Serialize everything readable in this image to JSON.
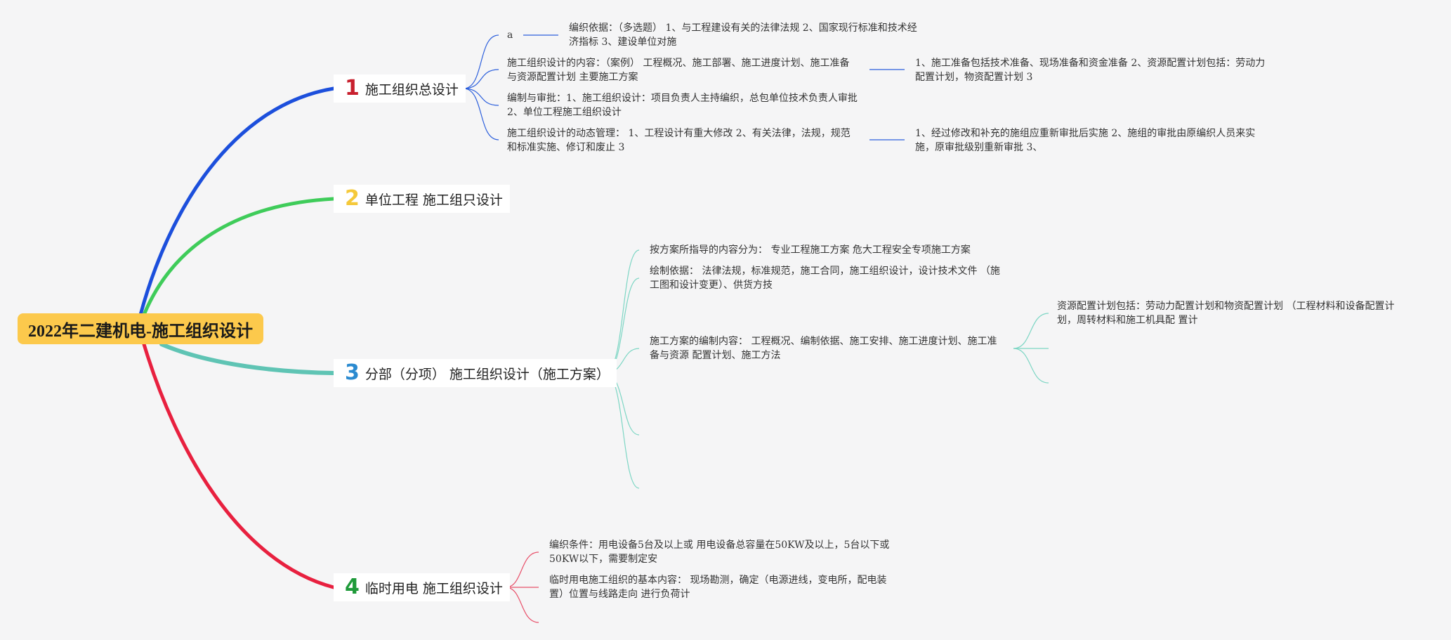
{
  "root": {
    "title": "2022年二建机电-施工组织设计"
  },
  "branches": [
    {
      "num": "1",
      "label": "施工组织总设计",
      "color": "#1c4fdc",
      "children": [
        {
          "text": "a",
          "sub": "编织依据：（多选题） 1、与工程建设有关的法律法规 2、国家现行标准和技术经济指标 3、建设单位对施"
        },
        {
          "text": "施工组织设计的内容：（案例） 工程概况、施工部署、施工进度计划、施工准备与资源配置计划 主要施工方案",
          "sub": "1、施工准备包括技术准备、现场准备和资金准备 2、资源配置计划包括：劳动力配置计划，物资配置计划 3"
        },
        {
          "text": "编制与审批：1、施工组织设计：项目负责人主持编织，总包单位技术负责人审批 2、单位工程施工组织设计"
        },
        {
          "text": "施工组织设计的动态管理： 1、工程设计有重大修改 2、有关法律，法规，规范和标准实施、修订和废止 3",
          "sub": "1、经过修改和补充的施组应重新审批后实施 2、施组的审批由原编织人员来实施，原审批级别重新审批 3、"
        }
      ]
    },
    {
      "num": "2",
      "label": "单位工程 施工组只设计",
      "color": "#3fcc5a",
      "children": []
    },
    {
      "num": "3",
      "label": "分部（分项） 施工组织设计（施工方案）",
      "color": "#5fc4b4",
      "children": [
        {
          "text": "按方案所指导的内容分为： 专业工程施工方案 危大工程安全专项施工方案"
        },
        {
          "text": "绘制依据： 法律法规，标准规范，施工合同，施工组织设计，设计技术文件 （施工图和设计变更）、供货方技"
        },
        {
          "text": "施工方案的编制内容： 工程概况、编制依据、施工安排、施工进度计划、施工准备与资源 配置计划、施工方法",
          "sub": "资源配置计划包括：劳动力配置计划和物资配置计划 （工程材料和设备配置计划，周转材料和施工机具配 置计"
        },
        {
          "text": ""
        },
        {
          "text": ""
        }
      ]
    },
    {
      "num": "4",
      "label": "临时用电 施工组织设计",
      "color": "#e8203f",
      "children": [
        {
          "text": "编织条件：用电设备5台及以上或 用电设备总容量在50KW及以上，5台以下或50KW以下，需要制定安"
        },
        {
          "text": "临时用电施工组织的基本内容： 现场勘测，确定（电源进线，变电所，配电装置）位置与线路走向 进行负荷计"
        },
        {
          "text": ""
        }
      ]
    }
  ],
  "colors": {
    "background": "#f5f5f6",
    "root": "#fcc94c",
    "num1": "#c8202e",
    "num2": "#f5c93a",
    "num3": "#2a8ad0",
    "num4": "#1f9a3a"
  }
}
